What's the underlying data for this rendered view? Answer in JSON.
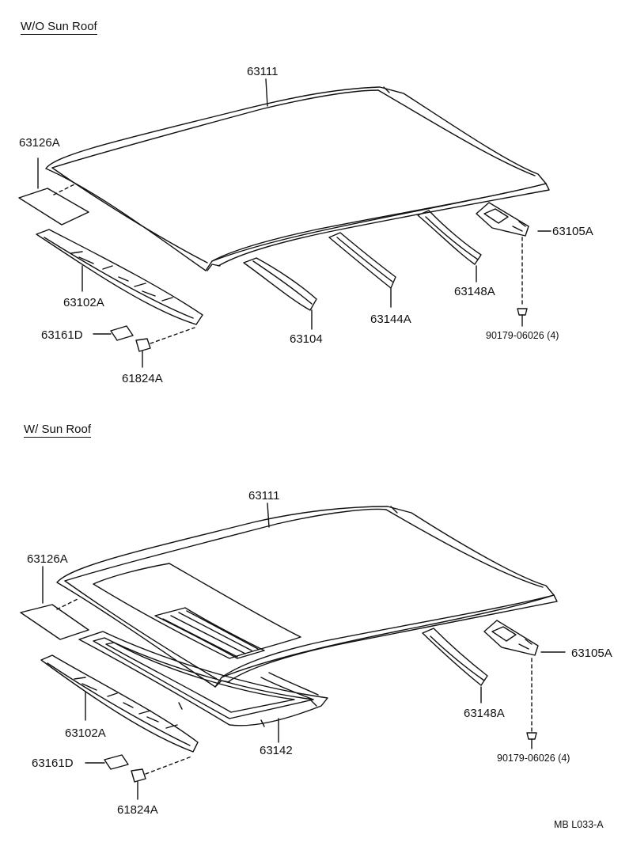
{
  "sections": {
    "top": {
      "header": "W/O Sun Roof",
      "labels": {
        "roof_panel": "63111",
        "pad_front": "63126A",
        "front_header": "63102A",
        "cushion": "63161D",
        "clip": "61824A",
        "reinforcement_1": "63104",
        "reinforcement_2": "63144A",
        "reinforcement_3": "63148A",
        "rear_bracket": "63105A",
        "screw": "90179-06026 (4)"
      }
    },
    "bottom": {
      "header": "W/ Sun Roof",
      "labels": {
        "roof_panel": "63111",
        "pad_front": "63126A",
        "front_header": "63102A",
        "cushion": "63161D",
        "clip": "61824A",
        "sunroof_reinforcement": "63142",
        "reinforcement_3": "63148A",
        "rear_bracket": "63105A",
        "screw": "90179-06026 (4)"
      }
    }
  },
  "footer_code": "MB  L033-A"
}
